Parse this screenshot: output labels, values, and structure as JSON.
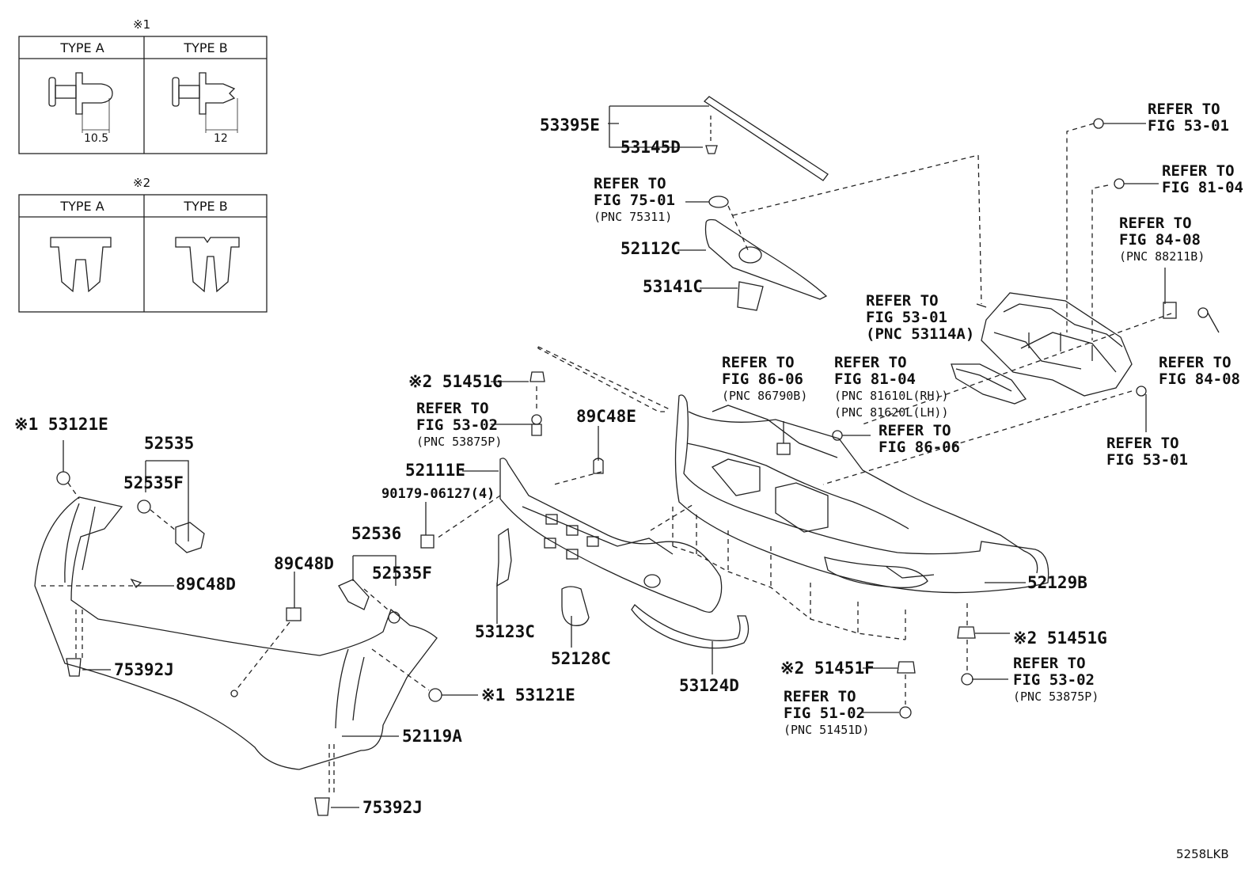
{
  "legend": {
    "table1": {
      "title": "※1",
      "type_a": "TYPE A",
      "type_b": "TYPE B",
      "dim_a": "10.5",
      "dim_b": "12"
    },
    "table2": {
      "title": "※2",
      "type_a": "TYPE A",
      "type_b": "TYPE B"
    }
  },
  "labels": {
    "p53395E": "53395E",
    "p53145D": "53145D",
    "ref_75_01": [
      "REFER TO",
      "FIG 75-01",
      "(PNC 75311)"
    ],
    "p52112C": "52112C",
    "p53141C": "53141C",
    "ref_53_01_top": [
      "REFER TO",
      "FIG 53-01"
    ],
    "ref_81_04_top": [
      "REFER TO",
      "FIG 81-04"
    ],
    "ref_84_08_top": [
      "REFER TO",
      "FIG 84-08",
      "(PNC 88211B)"
    ],
    "ref_53_01_mid": [
      "REFER TO",
      "FIG 53-01",
      "(PNC 53114A)"
    ],
    "ref_86_06_a": [
      "REFER TO",
      "FIG 86-06",
      "(PNC 86790B)"
    ],
    "ref_81_04_b": [
      "REFER TO",
      "FIG 81-04",
      "(PNC 81610L(RH))",
      "(PNC 81620L(LH))"
    ],
    "ref_84_08_b": [
      "REFER TO",
      "FIG 84-08"
    ],
    "ref_86_06_b": [
      "REFER TO",
      "FIG 86-06"
    ],
    "ref_53_01_low": [
      "REFER TO",
      "FIG 53-01"
    ],
    "p51451G_top": "※2 51451G",
    "ref_53_02_a": [
      "REFER TO",
      "FIG 53-02",
      "(PNC 53875P)"
    ],
    "p89C48E": "89C48E",
    "p53121E_a": "※1 53121E",
    "p52535": "52535",
    "p52535F_a": "52535F",
    "p52111E": "52111E",
    "p90179": "90179-06127(4)",
    "p52536": "52536",
    "p52535F_b": "52535F",
    "p89C48D_a": "89C48D",
    "p89C48D_b": "89C48D",
    "p53123C": "53123C",
    "p52128C": "52128C",
    "p53124D": "53124D",
    "p52129B": "52129B",
    "p51451G_low": "※2 51451G",
    "ref_53_02_b": [
      "REFER TO",
      "FIG 53-02",
      "(PNC 53875P)"
    ],
    "p51451F": "※2 51451F",
    "ref_51_02": [
      "REFER TO",
      "FIG 51-02",
      "(PNC 51451D)"
    ],
    "p75392J_a": "75392J",
    "p53121E_b": "※1 53121E",
    "p52119A": "52119A",
    "p75392J_b": "75392J"
  },
  "footer": {
    "code": "5258LKB"
  }
}
